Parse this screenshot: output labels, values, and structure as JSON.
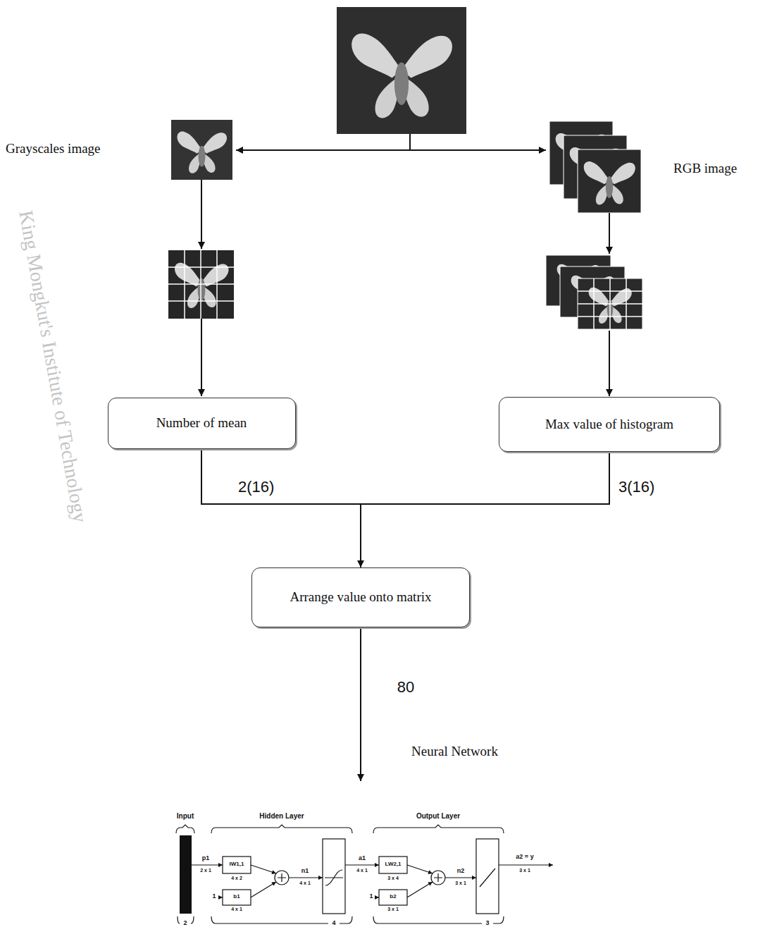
{
  "diagram": {
    "nodes": [
      {
        "text": [
          "Number of mean"
        ]
      },
      {
        "text": [
          "Max value of histogram"
        ]
      },
      {
        "text": [
          "Arrange value onto matrix"
        ]
      }
    ],
    "edges": [
      {
        "from": 0,
        "to": 2,
        "arrow": "to",
        "label": "2(16)"
      },
      {
        "from": 1,
        "to": 2,
        "arrow": "to",
        "label": "3(16)"
      }
    ],
    "labels": [
      "Grayscales image",
      "RGB image",
      "King Mongkut's Institute of Technology",
      "80",
      "Neural Network",
      "Input",
      "Hidden Layer",
      "Output Layer",
      "p1",
      "2 x 1",
      "IW1,1",
      "4 x 2",
      "1",
      "b1",
      "4 x 1",
      "n1",
      "4 x 1",
      "a1",
      "4 x 1",
      "LW2,1",
      "3 x 4",
      "1",
      "b2",
      "3 x 1",
      "n2",
      "3 x 1",
      "a2 = y",
      "3 x 1",
      "2",
      "4",
      "3"
    ]
  }
}
